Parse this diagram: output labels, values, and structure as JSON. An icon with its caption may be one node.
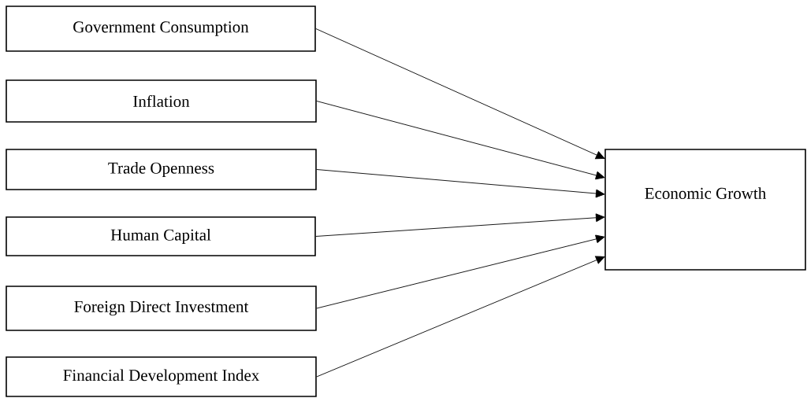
{
  "diagram": {
    "nodes": [
      {
        "text": [
          "Government Consumption"
        ]
      },
      {
        "text": [
          "Inflation"
        ]
      },
      {
        "text": [
          "Trade Openness"
        ]
      },
      {
        "text": [
          "Human Capital"
        ]
      },
      {
        "text": [
          "Foreign Direct Investment"
        ]
      },
      {
        "text": [
          "Financial Development Index"
        ]
      },
      {
        "text": [
          "Economic Growth"
        ]
      }
    ],
    "edges": [
      {
        "from": 0,
        "to": 6,
        "arrow": "to"
      },
      {
        "from": 1,
        "to": 6,
        "arrow": "to"
      },
      {
        "from": 2,
        "to": 6,
        "arrow": "to"
      },
      {
        "from": 3,
        "to": 6,
        "arrow": "to"
      },
      {
        "from": 4,
        "to": 6,
        "arrow": "to"
      },
      {
        "from": 5,
        "to": 6,
        "arrow": "to"
      }
    ]
  }
}
